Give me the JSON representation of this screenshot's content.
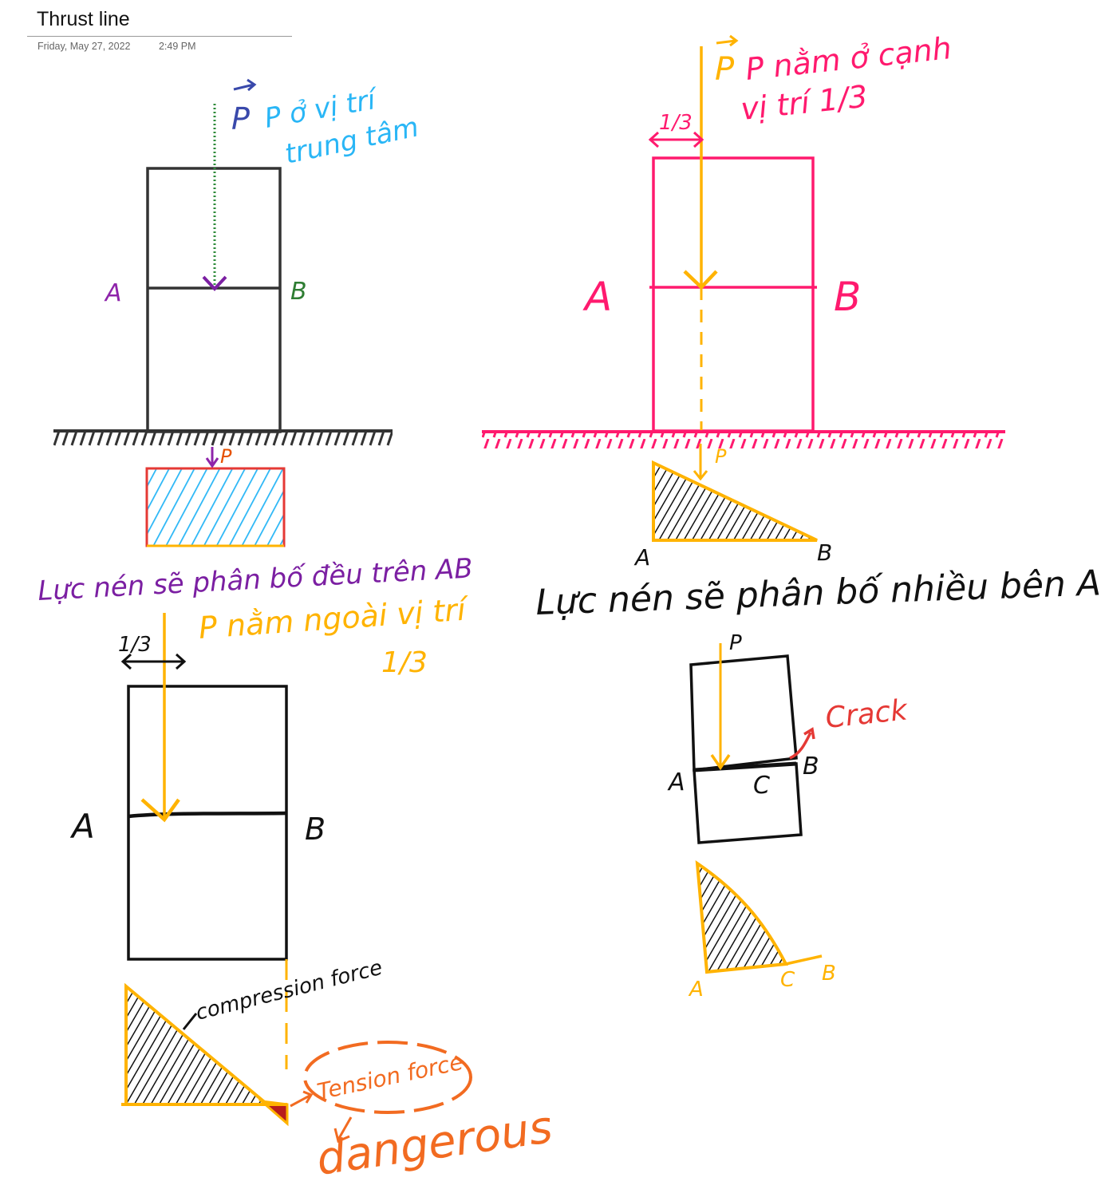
{
  "page": {
    "title": "Thrust line",
    "date": "Friday, May 27, 2022",
    "time": "2:49 PM"
  },
  "colors": {
    "ink": "#111111",
    "centre_force": "#2e8b3a",
    "edge": "#ff1a6e",
    "load": "#ffb300",
    "blue": "#29b6f6",
    "alert": "#e53935",
    "danger": "#f26b21",
    "green": "#2e8b3a"
  },
  "diagram1": {
    "note_line1": "P ở vị trí",
    "note_line2": "trung tâm",
    "label_a": "A",
    "label_b": "B",
    "label_p": "P",
    "caption": "Lực nén sẽ phân bố đều trên AB"
  },
  "diagram2": {
    "note_line1": "P nằm ở cạnh",
    "note_line2": "vị trí 1/3",
    "third": "1/3",
    "label_a": "A",
    "label_b": "B",
    "label_p": "P",
    "stress_a": "A",
    "stress_b": "B",
    "caption": "Lực nén sẽ phân bố nhiều bên A"
  },
  "diagram3": {
    "note_line1": "P nằm ngoài vị trí",
    "note_line2": "1/3",
    "third": "1/3",
    "label_a": "A",
    "label_b": "B",
    "compression": "compression force",
    "tension": "Tension force",
    "danger": "dangerous"
  },
  "diagram4": {
    "label_p": "P",
    "label_a": "A",
    "label_b": "B",
    "label_c": "C",
    "crack": "Crack",
    "stress_a": "A",
    "stress_c": "C",
    "stress_b": "B"
  }
}
